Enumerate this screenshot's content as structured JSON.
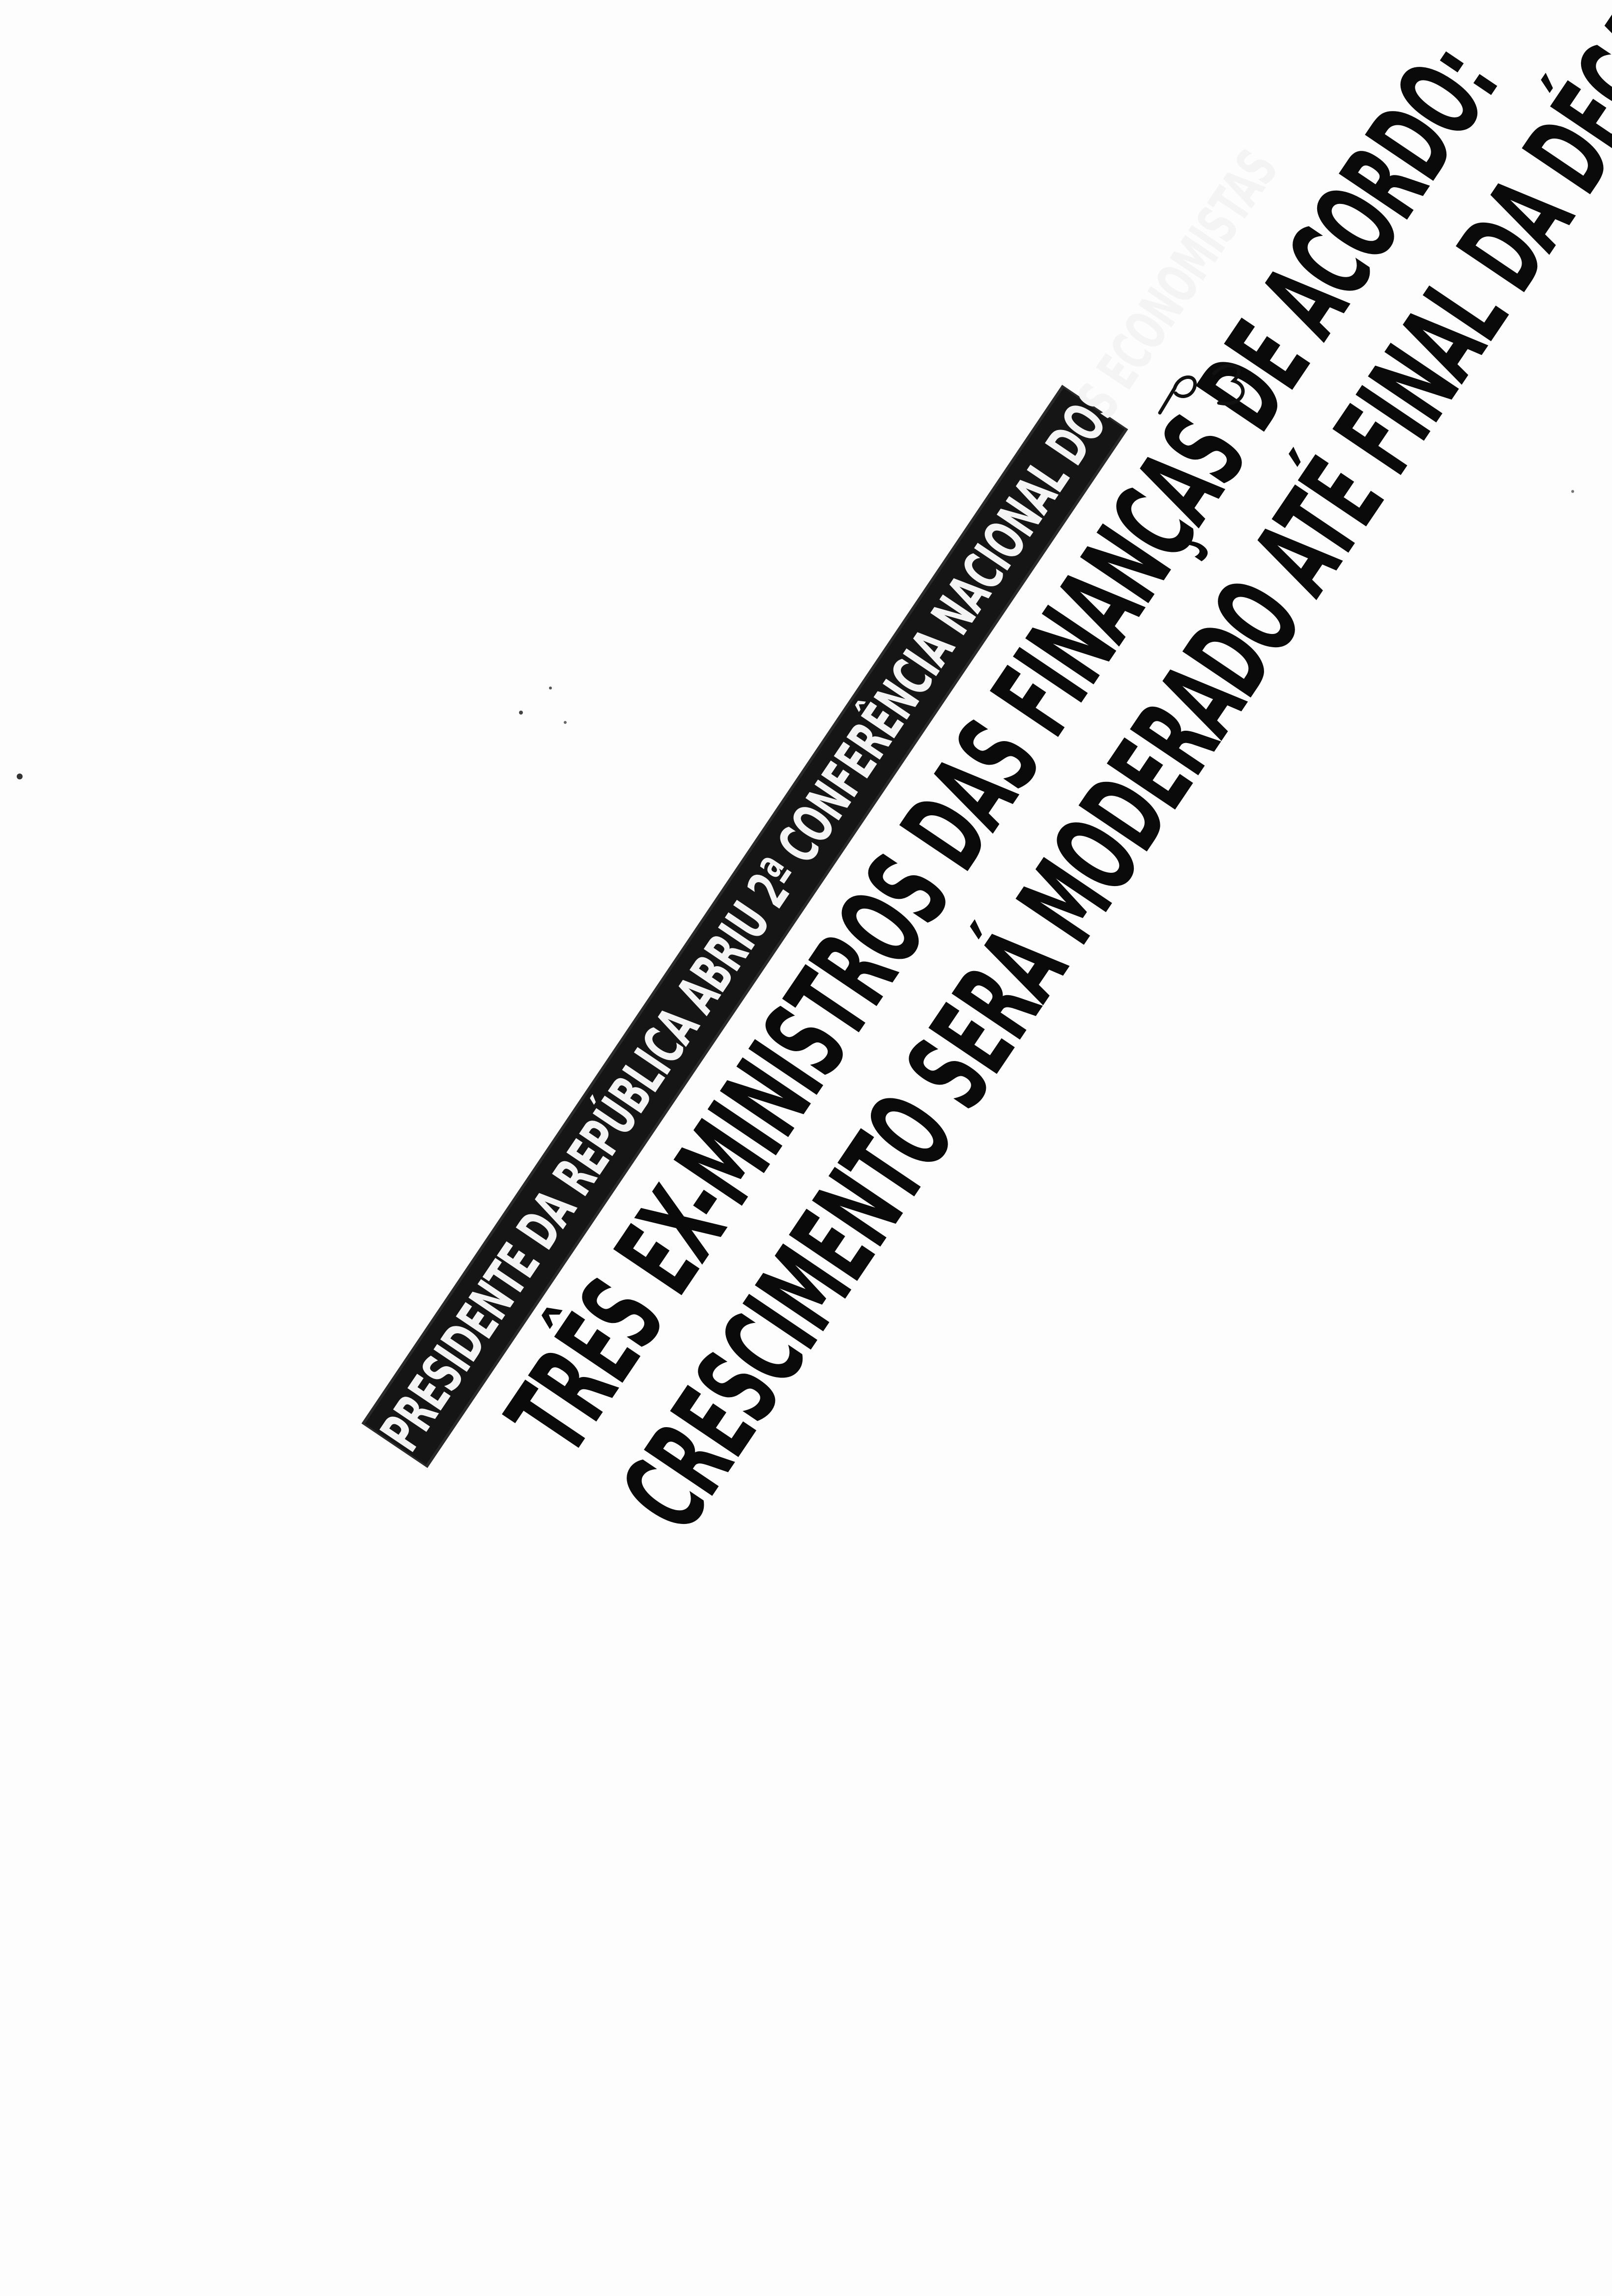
{
  "kicker": "PRESIDENTE DA REPÚBLICA ABRIU 2ª CONFERÊNCIA NACIONAL DOS ECONOMISTAS",
  "headline": {
    "line1": "TRÊS EX-MINISTROS DAS FINANÇAS DE ACORDO:",
    "line2": "CRESCIMENTO SERÁ MODERADO ATÉ FINAL DA DÉCADA"
  },
  "annotation": {
    "handwritten": "P3"
  },
  "colors": {
    "ink": "#0a0a0a",
    "bar": "#151515",
    "paper": "#fdfdfd"
  }
}
